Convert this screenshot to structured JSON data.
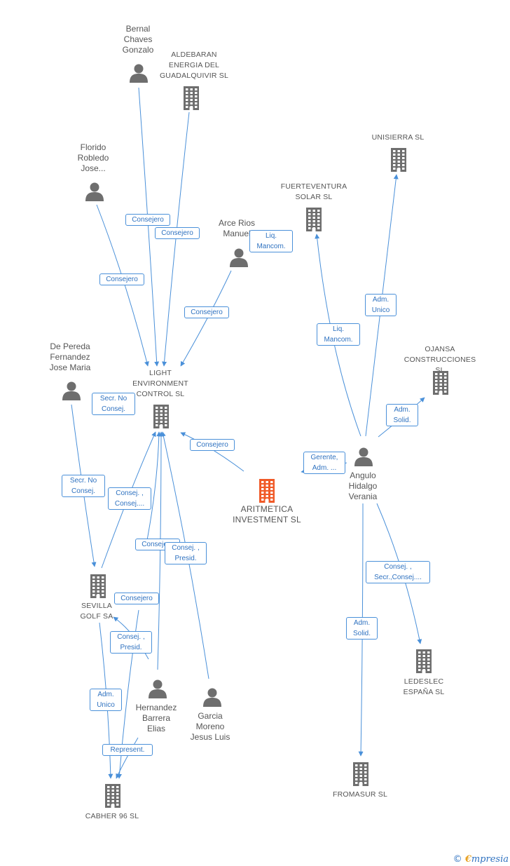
{
  "colors": {
    "edge": "#4a90d9",
    "edge_label": "#2f72c0",
    "node": "#6e6e6e",
    "focus": "#f05a28"
  },
  "nodes": {
    "bernal": {
      "label": "Bernal\nChaves\nGonzalo",
      "kind": "person"
    },
    "aldebaran": {
      "label": "ALDEBARAN\nENERGIA DEL\nGUADALQUIVIR SL",
      "kind": "company"
    },
    "florido": {
      "label": "Florido\nRobledo\nJose...",
      "kind": "person"
    },
    "arce": {
      "label": "Arce Rios\nManuel",
      "kind": "person"
    },
    "fuerte": {
      "label": "FUERTEVENTURA\nSOLAR SL",
      "kind": "company"
    },
    "unisierra": {
      "label": "UNISIERRA SL",
      "kind": "company"
    },
    "depereda": {
      "label": "De Pereda\nFernandez\nJose Maria",
      "kind": "person"
    },
    "light": {
      "label": "LIGHT\nENVIRONMENT\nCONTROL SL",
      "kind": "company"
    },
    "ojansa": {
      "label": "OJANSA\nCONSTRUCCIONES SL",
      "kind": "company"
    },
    "angulo": {
      "label": "Angulo\nHidalgo\nVerania",
      "kind": "person"
    },
    "aritmetica": {
      "label": "ARITMETICA\nINVESTMENT SL",
      "kind": "focus"
    },
    "sevilla": {
      "label": "SEVILLA\nGOLF SA",
      "kind": "company"
    },
    "hernandez": {
      "label": "Hernandez\nBarrera\nElias",
      "kind": "person"
    },
    "garcia": {
      "label": "Garcia\nMoreno\nJesus Luis",
      "kind": "person"
    },
    "ledeslec": {
      "label": "LEDESLEC\nESPAÑA SL",
      "kind": "company"
    },
    "fromasur": {
      "label": "FROMASUR SL",
      "kind": "company"
    },
    "cabher": {
      "label": "CABHER 96 SL",
      "kind": "company"
    }
  },
  "edges": [
    {
      "label": "Consejero"
    },
    {
      "label": "Consejero"
    },
    {
      "label": "Consejero"
    },
    {
      "label": "Liq.\nMancom."
    },
    {
      "label": "Consejero"
    },
    {
      "label": "Secr.  No\nConsej."
    },
    {
      "label": "Consejero"
    },
    {
      "label": "Secr.  No\nConsej."
    },
    {
      "label": "Consej. ,\nConsej...."
    },
    {
      "label": "Consejero"
    },
    {
      "label": "Consej. ,\nPresid."
    },
    {
      "label": "Consejero"
    },
    {
      "label": "Consej. ,\nPresid."
    },
    {
      "label": "Adm.\nUnico"
    },
    {
      "label": "Represent."
    },
    {
      "label": "Liq.\nMancom."
    },
    {
      "label": "Adm.\nUnico"
    },
    {
      "label": "Adm.\nSolid."
    },
    {
      "label": "Gerente,\nAdm. ..."
    },
    {
      "label": "Consej. ,\nSecr.,Consej...."
    },
    {
      "label": "Adm.\nSolid."
    }
  ],
  "footer": {
    "copyright": "©",
    "brand_first": "€",
    "brand_rest": "mpresia"
  }
}
